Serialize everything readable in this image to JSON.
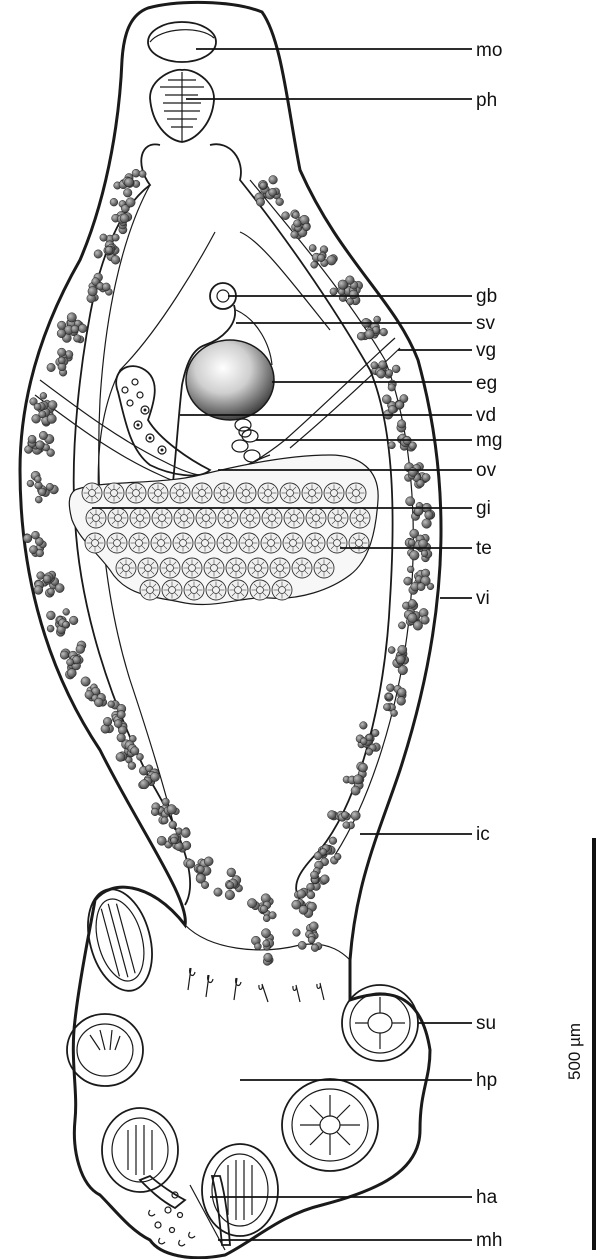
{
  "labels": {
    "mo": "mo",
    "ph": "ph",
    "gb": "gb",
    "sv": "sv",
    "vg": "vg",
    "eg": "eg",
    "vd": "vd",
    "mg": "mg",
    "ov": "ov",
    "gi": "gi",
    "te": "te",
    "vi": "vi",
    "ic": "ic",
    "su": "su",
    "hp": "hp",
    "ha": "ha",
    "mh": "mh"
  },
  "scale_bar": {
    "label": "500 µm"
  },
  "colors": {
    "ink": "#1a1a1a",
    "vitellarium": "#6f6f6f",
    "testis_fill": "#f3f3f3",
    "egg_center": "#ffffff",
    "egg_edge": "#3a3a3a"
  }
}
